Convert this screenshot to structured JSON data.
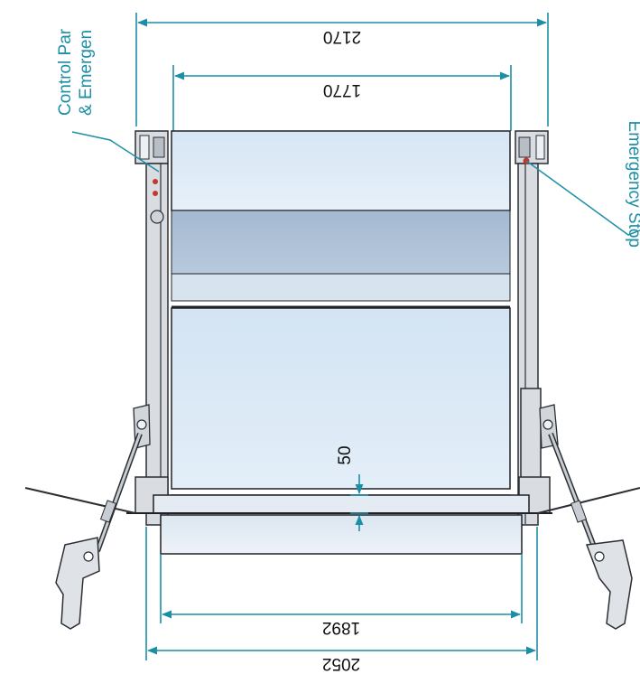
{
  "labels": {
    "control_panel_line1": "Control Par",
    "control_panel_line2": "& Emergen",
    "emergency_stop": "Emergency Stop"
  },
  "dimensions": {
    "overall_top": "2170",
    "inner_top": "1770",
    "gap": "50",
    "platform_bottom": "1892",
    "overall_bottom": "2052"
  },
  "colors": {
    "accent": "#1c8fa6",
    "panel_light": "#dbe9f5",
    "panel_band": "#a9bdd5",
    "outline": "#1e2226"
  }
}
